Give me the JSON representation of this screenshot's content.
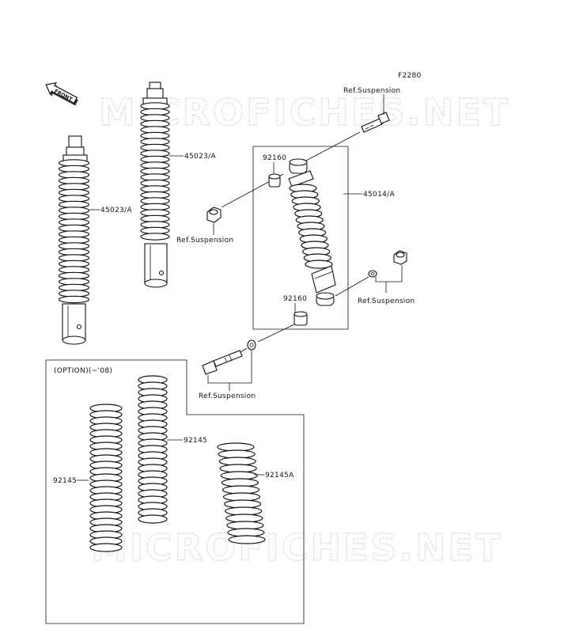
{
  "figure_code": "F2280",
  "front_icon": {
    "text": "FRONT",
    "icon": "front-arrow-icon"
  },
  "watermark": "MICROFICHES.NET",
  "option_box": {
    "title": "(OPTION)(~'08)"
  },
  "labels": {
    "shock_a_left": "45023/A",
    "shock_a_right": "45023/A",
    "shock_assy": "45014/A",
    "bushing_top": "92160",
    "bushing_bottom": "92160",
    "ref_top_right": "Ref.Suspension",
    "ref_mid_left": "Ref.Suspension",
    "ref_right": "Ref.Suspension",
    "ref_bottom": "Ref.Suspension",
    "spring_left": "92145",
    "spring_mid": "92145",
    "spring_right": "92145A"
  },
  "colors": {
    "line": "#111111",
    "watermark": "#d4d4d4",
    "background": "#ffffff"
  }
}
